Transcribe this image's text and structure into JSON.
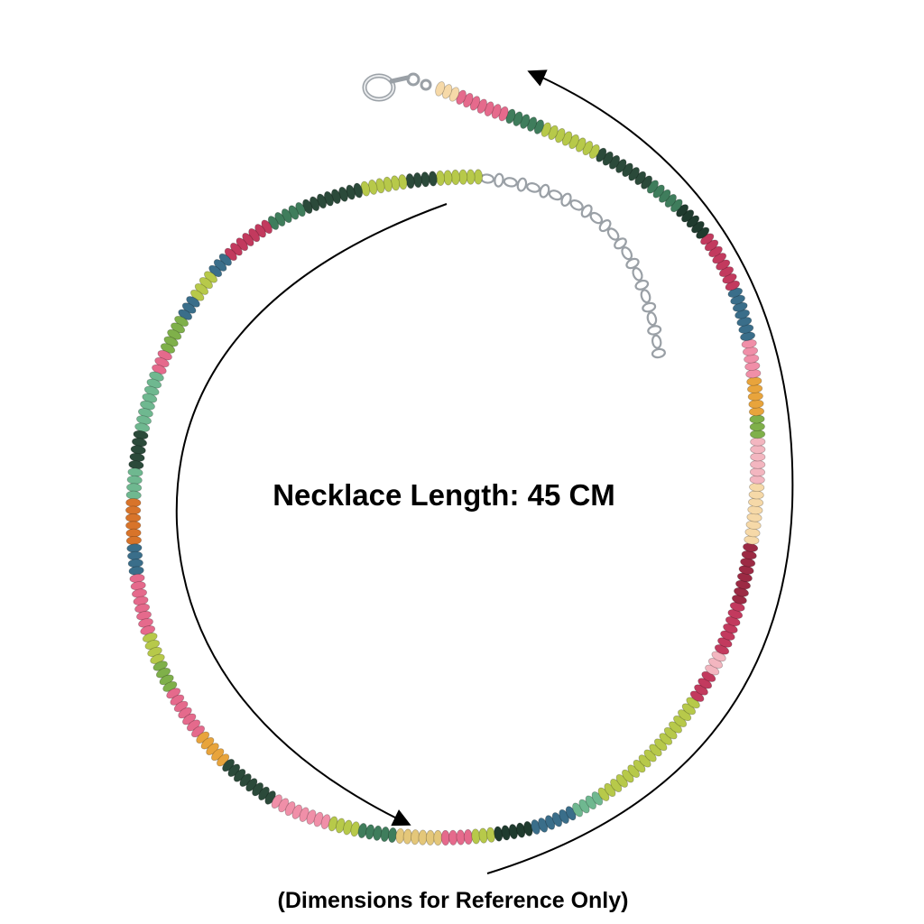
{
  "image": {
    "subject": "multi-color-gemstone-bead-necklace",
    "background_color": "#ffffff",
    "label_color": "#000000"
  },
  "necklace": {
    "length_label": "Necklace Length: 45 CM",
    "disclaimer": "(Dimensions for Reference Only)",
    "clasp": "lobster-clasp",
    "extender": "silver-extender-chain",
    "bead_palette": [
      "#1f3b2e",
      "#2b4a3a",
      "#e56a8c",
      "#f08fa8",
      "#c23a5e",
      "#e8a43c",
      "#d8742a",
      "#b7c94a",
      "#7fb04a",
      "#3f7d5c",
      "#3a6e8a",
      "#f3b6c0",
      "#e4c77a",
      "#9c2a44",
      "#f6d9a8",
      "#6fb890"
    ]
  }
}
